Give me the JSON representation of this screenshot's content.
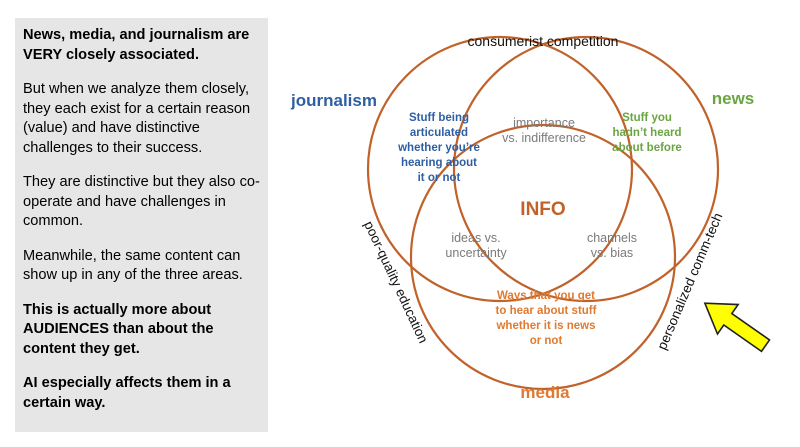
{
  "sidebar": {
    "p1": "News, media, and journalism are VERY closely associated.",
    "p2": "But when we analyze them closely, they each exist for a certain reason (value) and have distinctive challenges to their success.",
    "p3": "They are distinctive but they also co-operate  and have challenges in common.",
    "p4": "Meanwhile, the same content can show up in any of the three areas.",
    "p5": "This is actually more about AUDIENCES than about the content they get.",
    "p6": "AI especially affects them in a certain way."
  },
  "diagram": {
    "top_label": "consumerist competition",
    "left_side_label": "poor-quality education",
    "right_side_label": "personalized comm-tech",
    "journalism": {
      "title": "journalism",
      "lines": [
        "Stuff being",
        "articulated",
        "whether you’re",
        "hearing about",
        "it or not"
      ]
    },
    "news": {
      "title": "news",
      "lines": [
        "Stuff you",
        "hadn’t heard",
        "about before"
      ]
    },
    "media": {
      "title": "media",
      "lines": [
        "Ways that you get",
        "to hear about stuff",
        "whether it is news",
        "or not"
      ]
    },
    "center": "INFO",
    "overlap_journalism_news": [
      "importance",
      "vs. indifference"
    ],
    "overlap_journalism_media": [
      "ideas vs.",
      "uncertainty"
    ],
    "overlap_news_media": [
      "channels",
      "vs. bias"
    ],
    "arrow_icon": "yellow-arrow-icon",
    "colors": {
      "circle_stroke": "#c0622a",
      "journalism": "#2e5fa3",
      "news": "#6aa542",
      "media": "#e07a30",
      "overlap_text": "#7a7a7a",
      "center": "#c0622a",
      "arrow_fill": "#ffff00",
      "sidebar_bg": "#e6e6e6"
    }
  }
}
